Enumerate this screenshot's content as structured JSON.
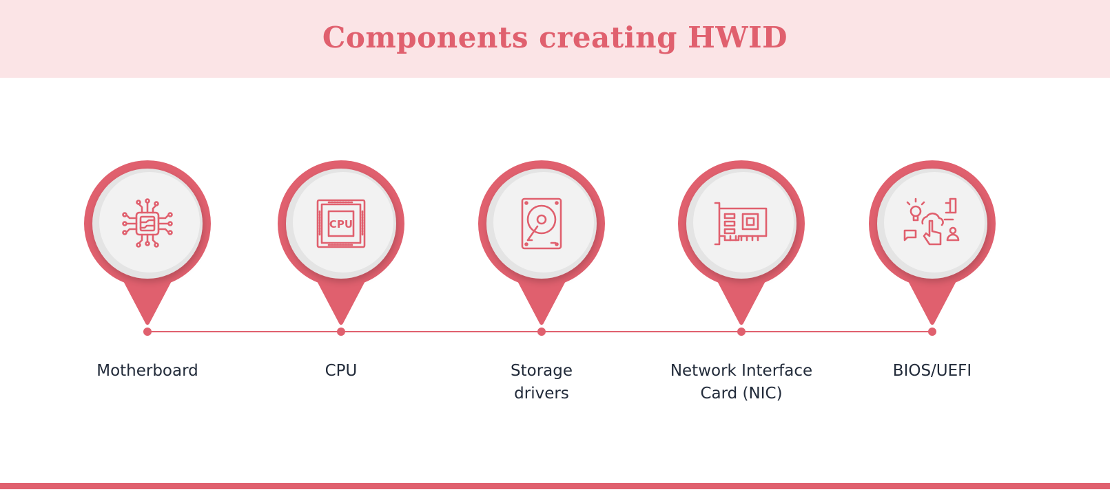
{
  "title": "Components creating HWID",
  "colors": {
    "accent": "#e0606e",
    "header_bg": "#fbe4e6",
    "text": "#222b3a",
    "inner_circle": "#f2f2f2"
  },
  "items": [
    {
      "label": "Motherboard",
      "icon": "circuit-chip-icon"
    },
    {
      "label": "CPU",
      "icon": "cpu-icon",
      "icon_text": "CPU"
    },
    {
      "label": "Storage drivers",
      "icon": "hard-drive-icon"
    },
    {
      "label": "Network Interface Card (NIC)",
      "icon": "network-card-icon"
    },
    {
      "label": "BIOS/UEFI",
      "icon": "cloud-touch-icon"
    }
  ]
}
